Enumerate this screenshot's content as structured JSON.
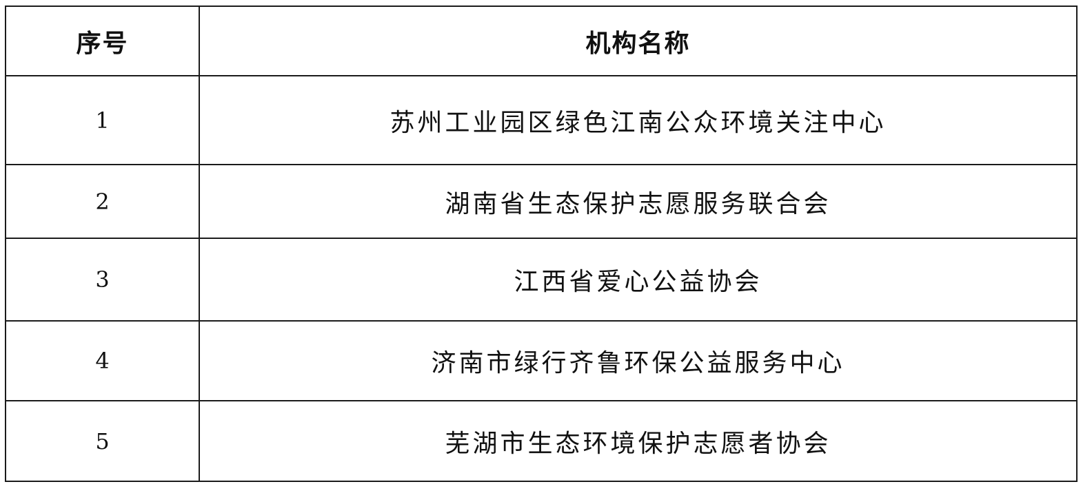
{
  "table": {
    "headers": {
      "number": "序号",
      "name": "机构名称"
    },
    "rows": [
      {
        "number": "1",
        "name": "苏州工业园区绿色江南公众环境关注中心"
      },
      {
        "number": "2",
        "name": "湖南省生态保护志愿服务联合会"
      },
      {
        "number": "3",
        "name": "江西省爱心公益协会"
      },
      {
        "number": "4",
        "name": "济南市绿行齐鲁环保公益服务中心"
      },
      {
        "number": "5",
        "name": "芜湖市生态环境保护志愿者协会"
      }
    ]
  }
}
